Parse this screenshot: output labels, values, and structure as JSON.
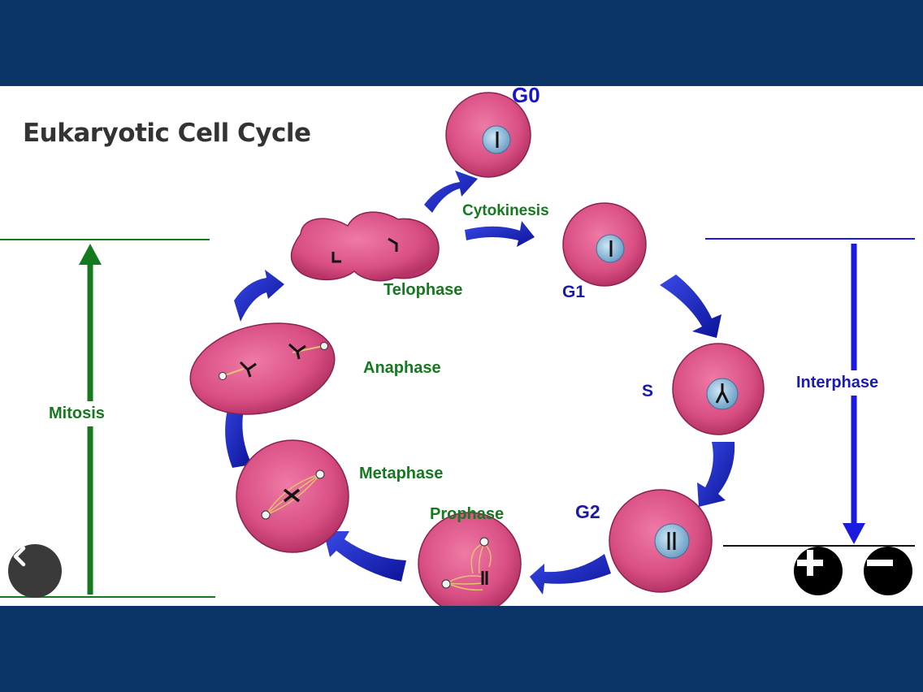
{
  "title": "Eukaryotic Cell Cycle",
  "phases": {
    "g0": "G0",
    "cytokinesis": "Cytokinesis",
    "g1": "G1",
    "telophase": "Telophase",
    "anaphase": "Anaphase",
    "s": "S",
    "metaphase": "Metaphase",
    "prophase": "Prophase",
    "g2": "G2"
  },
  "sides": {
    "mitosis": "Mitosis",
    "interphase": "Interphase"
  },
  "colors": {
    "frame": "#0a3566",
    "cell": "#d94f84",
    "arrow": "#1f2ac4",
    "mitosis": "#157a1f",
    "interphase": "#1a1ae0"
  },
  "controls": {
    "back": "chevron-left-icon",
    "zoom_in": "plus-icon",
    "zoom_out": "minus-icon"
  }
}
